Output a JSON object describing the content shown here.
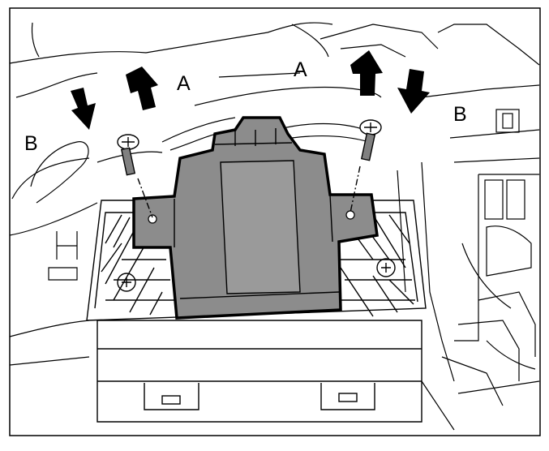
{
  "figure": {
    "callouts": {
      "a_left": "A",
      "a_right": "A",
      "b_left": "B",
      "b_right": "B"
    },
    "colors": {
      "line": "#000000",
      "background": "#ffffff",
      "component_fill": "#8c8c8c",
      "component_face": "#9a9a9a"
    },
    "icons": [
      "arrow-up-icon",
      "arrow-down-icon",
      "screw-icon"
    ]
  }
}
